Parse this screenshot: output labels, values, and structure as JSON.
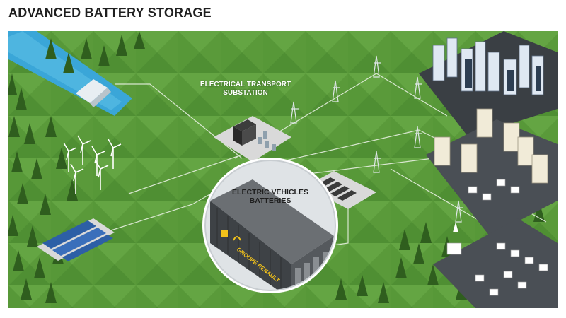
{
  "title": "ADVANCED BATTERY STORAGE",
  "labels": {
    "substation_line1": "ELECTRICAL TRANSPORT",
    "substation_line2": "SUBSTATION",
    "ev_line1": "ELECTRIC VEHICLES",
    "ev_line2": "BATTERIES",
    "container_brand": "GROUPE RENAULT"
  },
  "colors": {
    "grass": "#5a9a3a",
    "grass_dark": "#3f7a28",
    "water": "#3aa6d8",
    "pad": "#d9d9d9",
    "container": "#4a4a4a",
    "accent": "#f2c21b"
  }
}
